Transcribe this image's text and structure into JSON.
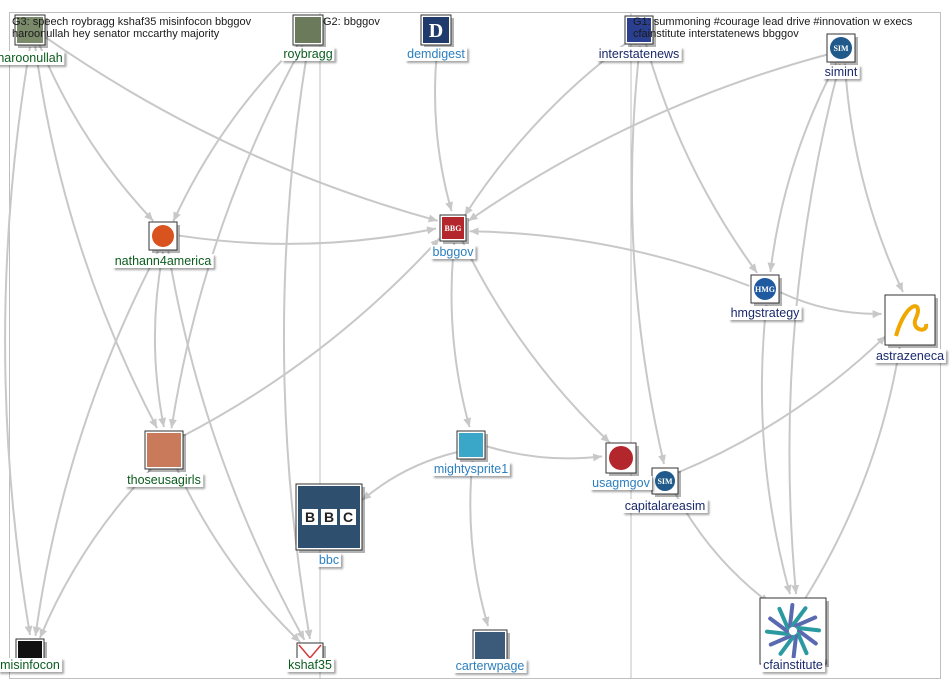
{
  "groups": [
    {
      "id": "G3",
      "label": "G3: speech roybragg kshaf35 misinfocon bbggov",
      "label2": "haroonullah hey senator mccarthy majority"
    },
    {
      "id": "G2",
      "label": "G2: bbggov",
      "label2": ""
    },
    {
      "id": "G1",
      "label": "G1: summoning #courage lead drive #innovation w execs",
      "label2": "cfainstitute interstatenews bbggov"
    }
  ],
  "nodes": [
    {
      "id": "haroonullah",
      "label": "haroonullah",
      "group": "G3",
      "icon": "profile-photo-icon",
      "color": "#7a8a6a"
    },
    {
      "id": "roybragg",
      "label": "roybragg",
      "group": "G3",
      "icon": "profile-photo-icon",
      "color": "#6a7a5a"
    },
    {
      "id": "nathann4america",
      "label": "nathann4america",
      "group": "G3",
      "icon": "badge-logo-icon",
      "color": "#d9531e"
    },
    {
      "id": "thoseusagirls",
      "label": "thoseusagirls",
      "group": "G3",
      "icon": "group-photo-icon",
      "color": "#c87a5a"
    },
    {
      "id": "misinfocon",
      "label": "misinfocon",
      "group": "G3",
      "icon": "logo-icon",
      "color": "#111111"
    },
    {
      "id": "kshaf35",
      "label": "kshaf35",
      "group": "G3",
      "icon": "envelope-icon",
      "color": "#d23b3b"
    },
    {
      "id": "demdigest",
      "label": "demdigest",
      "group": "G2",
      "icon": "letter-d-logo-icon",
      "color": "#1f3a6b"
    },
    {
      "id": "bbggov",
      "label": "bbggov",
      "group": "G2",
      "icon": "bbg-logo-icon",
      "color": "#b3262c"
    },
    {
      "id": "mightysprite1",
      "label": "mightysprite1",
      "group": "G2",
      "icon": "logo-icon",
      "color": "#3aa7c9"
    },
    {
      "id": "bbc",
      "label": "bbc",
      "group": "G2",
      "icon": "bbc-logo-icon",
      "color": "#2f4f6f"
    },
    {
      "id": "carterwpage",
      "label": "carterwpage",
      "group": "G2",
      "icon": "profile-photo-icon",
      "color": "#3c5a7a"
    },
    {
      "id": "usagmgov",
      "label": "usagmgov",
      "group": "G2",
      "icon": "broadcast-logo-icon",
      "color": "#b3262c"
    },
    {
      "id": "interstatenews",
      "label": "interstatenews",
      "group": "G1",
      "icon": "logo-icon",
      "color": "#2a3f8f"
    },
    {
      "id": "simint",
      "label": "simint",
      "group": "G1",
      "icon": "sim-logo-icon",
      "color": "#1f5a8a"
    },
    {
      "id": "hmgstrategy",
      "label": "hmgstrategy",
      "group": "G1",
      "icon": "hmg-logo-icon",
      "color": "#1f5aa0"
    },
    {
      "id": "astrazeneca",
      "label": "astrazeneca",
      "group": "G1",
      "icon": "astrazeneca-logo-icon",
      "color": "#f0a800"
    },
    {
      "id": "capitalareasim",
      "label": "capitalareasim",
      "group": "G1",
      "icon": "sim-logo-icon",
      "color": "#1f5a8a"
    },
    {
      "id": "cfainstitute",
      "label": "cfainstitute",
      "group": "G1",
      "icon": "cfa-logo-icon",
      "color": "#2a9aa0"
    }
  ],
  "edges": [
    [
      "haroonullah",
      "nathann4america"
    ],
    [
      "haroonullah",
      "thoseusagirls"
    ],
    [
      "haroonullah",
      "misinfocon"
    ],
    [
      "haroonullah",
      "bbggov"
    ],
    [
      "roybragg",
      "nathann4america"
    ],
    [
      "roybragg",
      "thoseusagirls"
    ],
    [
      "nathann4america",
      "bbggov"
    ],
    [
      "nathann4america",
      "thoseusagirls"
    ],
    [
      "nathann4america",
      "misinfocon"
    ],
    [
      "nathann4america",
      "kshaf35"
    ],
    [
      "thoseusagirls",
      "misinfocon"
    ],
    [
      "thoseusagirls",
      "kshaf35"
    ],
    [
      "thoseusagirls",
      "bbggov"
    ],
    [
      "roybragg",
      "kshaf35"
    ],
    [
      "demdigest",
      "bbggov"
    ],
    [
      "bbggov",
      "mightysprite1"
    ],
    [
      "mightysprite1",
      "bbc"
    ],
    [
      "mightysprite1",
      "usagmgov"
    ],
    [
      "mightysprite1",
      "carterwpage"
    ],
    [
      "bbggov",
      "usagmgov"
    ],
    [
      "simint",
      "bbggov"
    ],
    [
      "simint",
      "hmgstrategy"
    ],
    [
      "simint",
      "astrazeneca"
    ],
    [
      "simint",
      "cfainstitute"
    ],
    [
      "interstatenews",
      "capitalareasim"
    ],
    [
      "interstatenews",
      "hmgstrategy"
    ],
    [
      "interstatenews",
      "bbggov"
    ],
    [
      "hmgstrategy",
      "bbggov"
    ],
    [
      "hmgstrategy",
      "astrazeneca"
    ],
    [
      "hmgstrategy",
      "cfainstitute"
    ],
    [
      "capitalareasim",
      "astrazeneca"
    ],
    [
      "capitalareasim",
      "cfainstitute"
    ],
    [
      "cfainstitute",
      "astrazeneca"
    ]
  ],
  "group_colors": {
    "G3": "#0b5c1e",
    "G2": "#2c7fbf",
    "G1": "#1a2a6c",
    "edge": "#c8c8c8",
    "divider": "#c0c0c0"
  }
}
